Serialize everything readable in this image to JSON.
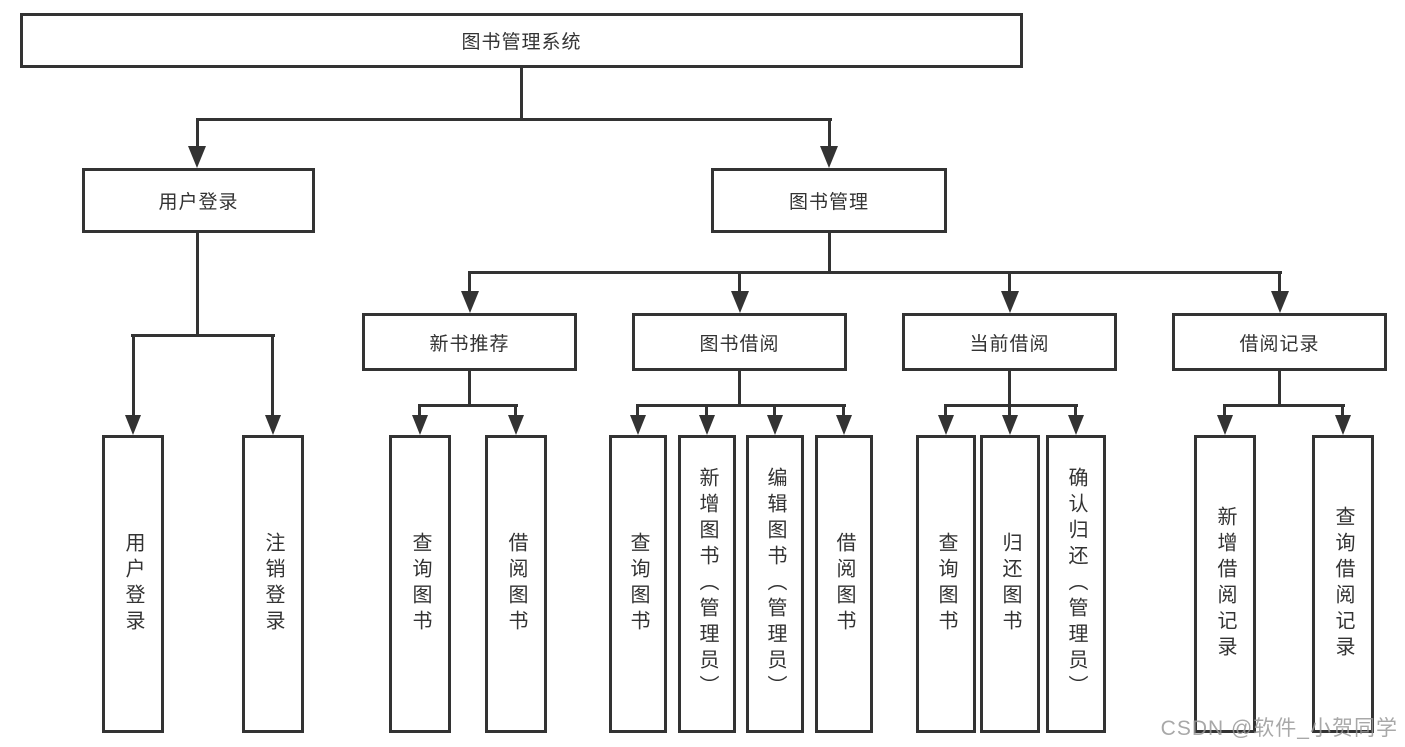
{
  "diagram": {
    "title": "图书管理系统",
    "level2": [
      "用户登录",
      "图书管理"
    ],
    "level3": [
      "新书推荐",
      "图书借阅",
      "当前借阅",
      "借阅记录"
    ],
    "leaves": {
      "user_login": [
        "用户登录",
        "注销登录"
      ],
      "new_book_recommend": [
        "查询图书",
        "借阅图书"
      ],
      "book_borrow": [
        "查询图书",
        "新增图书（管理员）",
        "编辑图书（管理员）",
        "借阅图书"
      ],
      "current_borrow": [
        "查询图书",
        "归还图书",
        "确认归还（管理员）"
      ],
      "borrow_records": [
        "新增借阅记录",
        "查询借阅记录"
      ]
    }
  },
  "watermark": {
    "text": "CSDN @软件_小贺同学"
  },
  "colors": {
    "line": "#333333",
    "text": "#333333",
    "background": "#ffffff",
    "watermark": "#999999"
  }
}
